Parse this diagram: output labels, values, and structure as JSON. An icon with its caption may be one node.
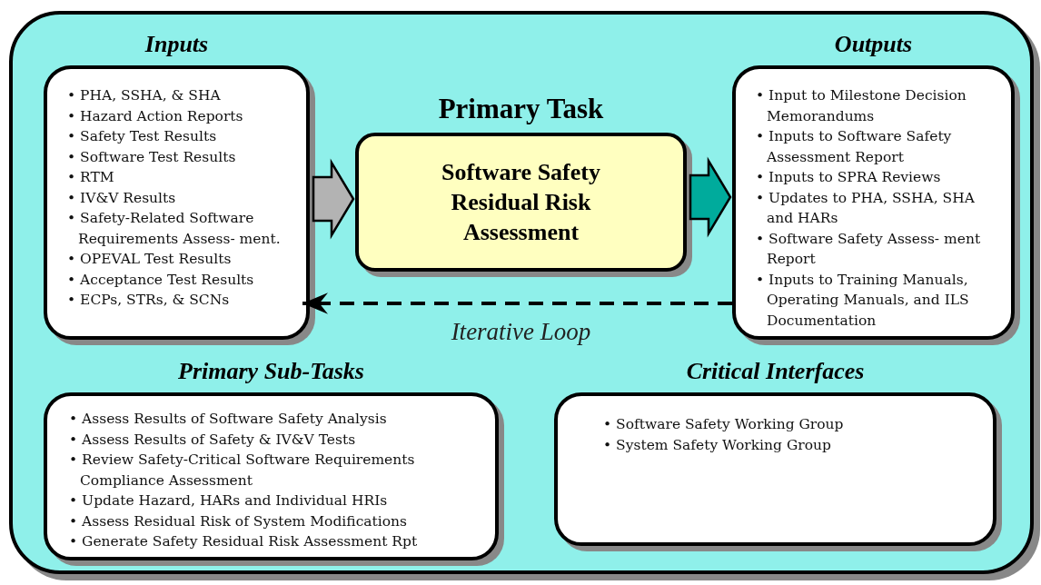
{
  "diagram": {
    "nodes": [
      {
        "text": [],
        "shape": "box"
      },
      {
        "text": [
          "Inputs",
          "• PHA, SSHA, & SHA",
          "• Hazard Action Reports",
          "• Safety Test Results",
          "• Software Test Results",
          "• RTM",
          "• IV&V Results",
          "• Safety-Related Software Requirements Assess- ment.",
          "• OPEVAL Test Results",
          "• Acceptance Test Results",
          "• ECPs, STRs, & SCNs"
        ],
        "in": 0
      },
      {
        "text": [
          "Primary Task",
          "Software Safety Residual Risk Assessment"
        ],
        "in": 0
      },
      {
        "text": [
          "Outputs",
          "• Input to Milestone Decision Memorandums",
          "• Inputs to Software Safety Assessment Report",
          "• Inputs to SPRA Reviews",
          "• Updates to PHA, SSHA, SHA and HARs",
          "• Software Safety Assess- ment Report",
          "• Inputs to Training Manuals, Operating Manuals, and ILS Documentation"
        ],
        "in": 0
      },
      {
        "text": [
          "Primary Sub-Tasks",
          "• Assess Results of Software Safety Analysis",
          "• Assess Results of Safety & IV&V Tests",
          "• Review Safety-Critical Software Requirements Compliance Assessment",
          "• Update Hazard, HARs and Individual HRIs",
          "• Assess Residual Risk of System Modifications",
          "• Generate Safety Residual Risk Assessment Rpt"
        ],
        "in": 0
      },
      {
        "text": [
          "Critical Interfaces",
          "• Software Safety Working Group",
          "• System Safety Working Group"
        ],
        "in": 0
      }
    ],
    "edges": [
      {
        "from": 1,
        "to": 2,
        "arrow": "to",
        "style": "thick",
        "color": "#b3b3b3"
      },
      {
        "from": 2,
        "to": 3,
        "arrow": "to",
        "style": "thick",
        "color": "#00ab9c"
      },
      {
        "from": 3,
        "to": 1,
        "arrow": "to",
        "style": "dashed",
        "label": "Iterative Loop"
      }
    ]
  }
}
